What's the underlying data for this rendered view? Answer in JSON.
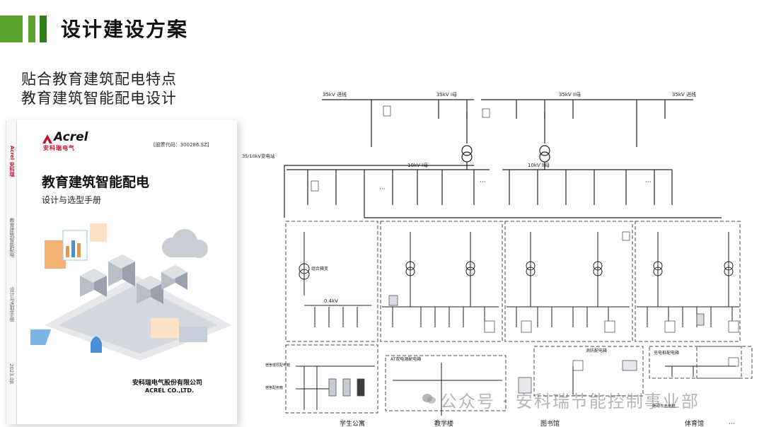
{
  "header": {
    "title": "设计建设方案"
  },
  "subtitles": [
    "贴合教育建筑配电特点",
    "教育建筑智能配电设计"
  ],
  "brand": {
    "accent_green": "#5aa22b",
    "accent_dark_green": "#2e7d1a",
    "logo_red": "#c8102e"
  },
  "book": {
    "logo": "Acrel",
    "logo_sub": "安科瑞电气",
    "stock_code": "[股票代码：300286.SZ]",
    "title": "教育建筑智能配电",
    "subtitle": "设计与选型手册",
    "spine_logo": "Acrel 安科瑞",
    "spine_title": "教育建筑智能配电",
    "spine_sub": "设计与选型手册",
    "spine_year": "2023.08",
    "company_cn": "安科瑞电气股份有限公司",
    "company_en": "ACREL CO.,LTD."
  },
  "diagram": {
    "incoming": "35kV 进线",
    "bus_35_1": "35kV I母",
    "bus_35_2": "35kV II母",
    "substation": "35/10kV变电站",
    "bus_10_1": "10kV I母",
    "bus_10_2": "10kV II母",
    "box_transformer": "组合箱变",
    "low_voltage": "0.4kV",
    "dorm_floor_box": "宿舍楼层配电箱",
    "dorm_box": "宿舍配电箱",
    "ats_box": "AT双电源配电箱",
    "fire_box": "消防配电箱",
    "charging_box": "充电桩配电箱",
    "ev_charger": "电动车充电桩",
    "ellipsis": "···",
    "buildings": [
      "学生公寓",
      "教学楼",
      "图书馆",
      "体育馆"
    ],
    "buildings_more": "···"
  },
  "watermark": {
    "text": "公众号 · 安科瑞节能控制事业部"
  }
}
